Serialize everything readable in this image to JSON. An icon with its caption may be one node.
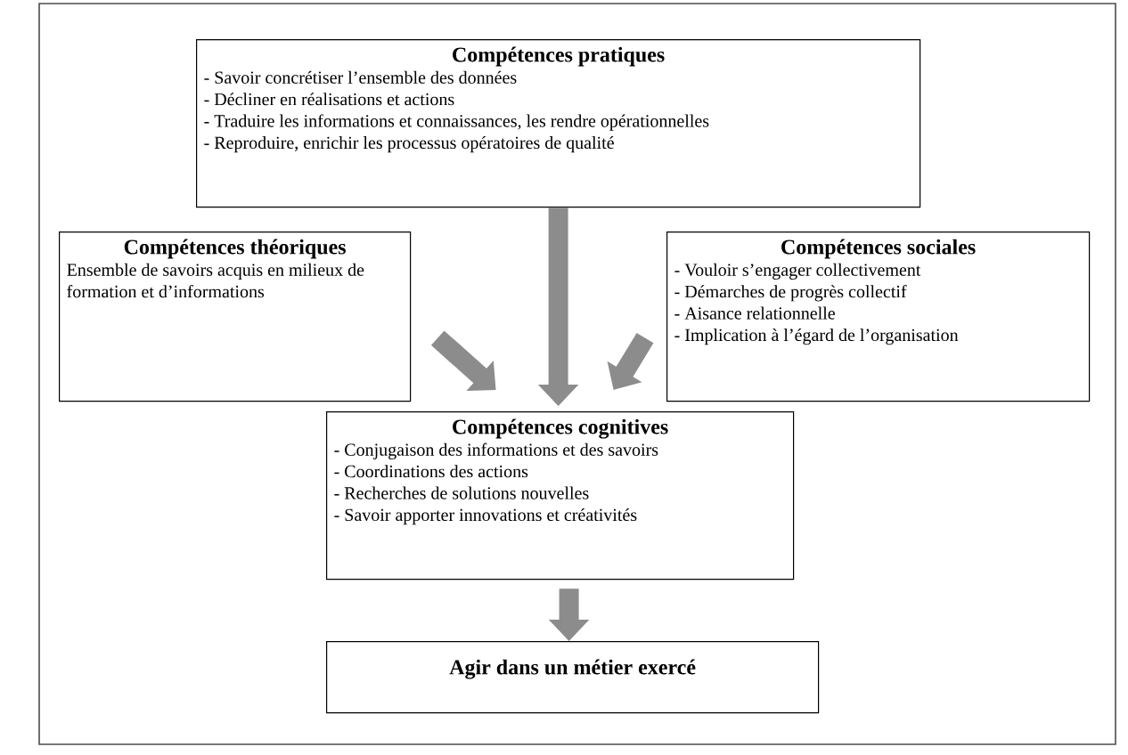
{
  "diagram": {
    "nodes": [
      {
        "text": [
          "Compétences pratiques",
          "- Savoir concrétiser l’ensemble des données",
          "- Décliner en réalisations et actions",
          "- Traduire les informations et connaissances, les rendre opérationnelles",
          "- Reproduire, enrichir les processus opératoires de qualité"
        ]
      },
      {
        "text": [
          "Compétences théoriques",
          "Ensemble de savoirs acquis en milieux de formation et d’informations"
        ]
      },
      {
        "text": [
          "Compétences sociales",
          "- Vouloir s’engager collectivement",
          "- Démarches de progrès collectif",
          "- Aisance relationnelle",
          "- Implication à l’égard de l’organisation"
        ]
      },
      {
        "text": [
          "Compétences cognitives",
          "- Conjugaison des informations et des savoirs",
          "- Coordinations des actions",
          "- Recherches de solutions nouvelles",
          "- Savoir apporter innovations et créativités"
        ]
      },
      {
        "text": [
          "Agir dans un métier exercé"
        ]
      }
    ],
    "edges": [
      {
        "from": 0,
        "to": 3,
        "arrow": "to"
      },
      {
        "from": 1,
        "to": 3,
        "arrow": "to"
      },
      {
        "from": 2,
        "to": 3,
        "arrow": "to"
      },
      {
        "from": 3,
        "to": 4,
        "arrow": "to"
      }
    ]
  }
}
